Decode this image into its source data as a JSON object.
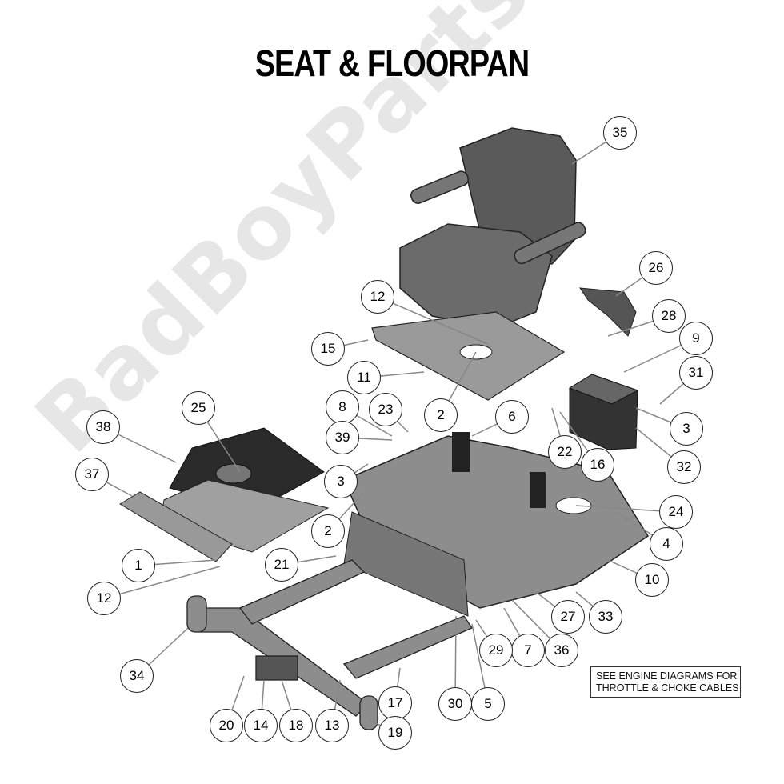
{
  "title": "SEAT & FLOORPAN",
  "note": {
    "line1": "SEE ENGINE DIAGRAMS FOR",
    "line2": "THROTTLE & CHOKE CABLES"
  },
  "watermark": "BadBoyParts.com",
  "callouts": [
    "35",
    "26",
    "28",
    "9",
    "31",
    "3",
    "32",
    "16",
    "22",
    "6",
    "2",
    "12",
    "15",
    "11",
    "8",
    "23",
    "39",
    "25",
    "38",
    "37",
    "3",
    "2",
    "21",
    "1",
    "12",
    "24",
    "4",
    "10",
    "33",
    "27",
    "36",
    "7",
    "29",
    "5",
    "30",
    "17",
    "19",
    "13",
    "18",
    "14",
    "20",
    "34"
  ],
  "colors": {
    "part_fill": "#8a8a8a",
    "part_dark": "#4a4a4a",
    "leader": "#888888"
  }
}
